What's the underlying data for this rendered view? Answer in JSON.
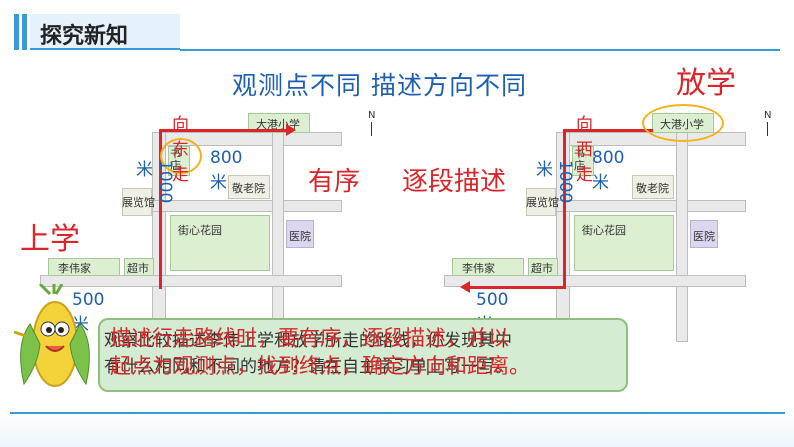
{
  "header": {
    "title": "探究新知"
  },
  "heading": "观测点不同  描述方向不同",
  "labels": {
    "fangxue": "放学",
    "shangxue": "上学",
    "youxu": "有序",
    "zhuduan": "逐段描述"
  },
  "left_map": {
    "direction": "向东走",
    "dist_east": "800米",
    "dist_north": "1000米",
    "dist_bottom": "500米",
    "school": "大港小学",
    "bookstore": "书店",
    "exhibit": "展览馆",
    "elder_home": "敬老院",
    "garden": "街心花园",
    "hospital": "医院",
    "home": "李伟家",
    "market": "超市",
    "compass": "N"
  },
  "right_map": {
    "direction": "向西走",
    "dist_west": "800米",
    "dist_north": "1000米",
    "dist_bottom": "500米",
    "school": "大港小学",
    "bookstore": "书店",
    "exhibit": "展览馆",
    "elder_home": "敬老院",
    "garden": "街心花园",
    "hospital": "医院",
    "home": "李伟家",
    "market": "超市",
    "compass": "N"
  },
  "speech": {
    "line1": "观察比较描述李伟上学和放学所走的路线，你发现其中",
    "line2": "有什么相同和不同的地方？请在自主学习单上写一写。"
  },
  "overlay": {
    "line1": "描述行走路线时，要有序，逐段描述，并以",
    "line2": "起点为观测点，找到终点，确定方向和距离。"
  },
  "colors": {
    "accent": "#3a9ad9",
    "red": "#d8262a",
    "heading_blue": "#1f5fb0"
  }
}
